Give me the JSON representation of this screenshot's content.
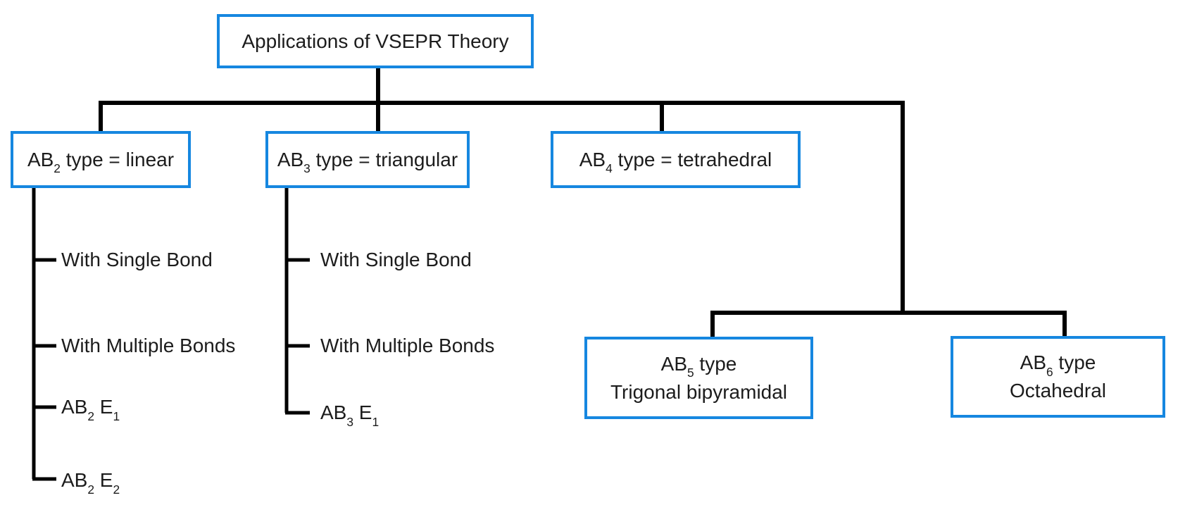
{
  "colors": {
    "box_border": "#1687e0",
    "connector_line": "#000000",
    "text": "#1c1c1c",
    "background": "#ffffff"
  },
  "diagram": {
    "root": {
      "label": "Applications of VSEPR Theory"
    },
    "level1": [
      {
        "id": "ab2",
        "segments": [
          {
            "t": "AB"
          },
          {
            "t": "2",
            "sub": true
          },
          {
            "t": " type = linear"
          }
        ]
      },
      {
        "id": "ab3",
        "segments": [
          {
            "t": "AB"
          },
          {
            "t": "3",
            "sub": true
          },
          {
            "t": " type = triangular"
          }
        ]
      },
      {
        "id": "ab4",
        "segments": [
          {
            "t": "AB"
          },
          {
            "t": "4",
            "sub": true
          },
          {
            "t": " type = tetrahedral"
          }
        ]
      }
    ],
    "ab2_children": [
      {
        "segments": [
          {
            "t": "With Single Bond"
          }
        ]
      },
      {
        "segments": [
          {
            "t": "With Multiple Bonds"
          }
        ]
      },
      {
        "segments": [
          {
            "t": "AB"
          },
          {
            "t": "2",
            "sub": true
          },
          {
            "t": " E"
          },
          {
            "t": "1",
            "sub": true
          }
        ]
      },
      {
        "segments": [
          {
            "t": "AB"
          },
          {
            "t": "2",
            "sub": true
          },
          {
            "t": " E"
          },
          {
            "t": "2",
            "sub": true
          }
        ]
      }
    ],
    "ab3_children": [
      {
        "segments": [
          {
            "t": "With Single Bond"
          }
        ]
      },
      {
        "segments": [
          {
            "t": "With Multiple Bonds"
          }
        ]
      },
      {
        "segments": [
          {
            "t": "AB"
          },
          {
            "t": "3",
            "sub": true
          },
          {
            "t": " E"
          },
          {
            "t": "1",
            "sub": true
          }
        ]
      }
    ],
    "level2": [
      {
        "id": "ab5",
        "line1": [
          {
            "t": "AB"
          },
          {
            "t": "5",
            "sub": true
          },
          {
            "t": " type"
          }
        ],
        "line2": [
          {
            "t": "Trigonal bipyramidal"
          }
        ]
      },
      {
        "id": "ab6",
        "line1": [
          {
            "t": "AB"
          },
          {
            "t": "6",
            "sub": true
          },
          {
            "t": " type"
          }
        ],
        "line2": [
          {
            "t": "Octahedral"
          }
        ]
      }
    ]
  }
}
